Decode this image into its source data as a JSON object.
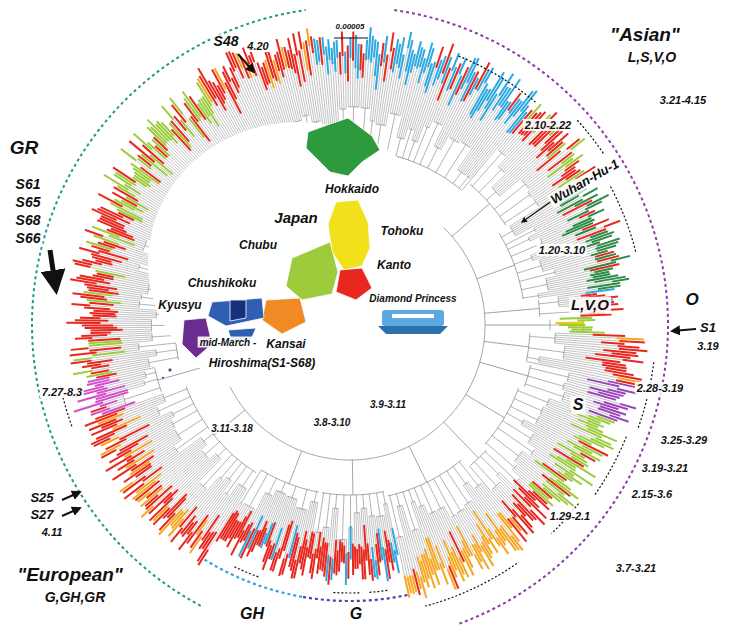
{
  "diagram": {
    "labels": [
      "\"Asian\"",
      "L,S,V,O",
      "GR",
      "S48",
      "4.20",
      "S61",
      "S65",
      "S68",
      "S66",
      "mid-March -",
      "7.27-8.3",
      "S25",
      "S27",
      "4.11",
      "\"European\"",
      "G,GH,GR",
      "GH",
      "G",
      "3.11-3.18",
      "3.8-3.10",
      "3.9-3.11",
      "0.00005",
      "Hokkaido",
      "Tohoku",
      "Japan",
      "Chubu",
      "Kanto",
      "Diamond Princess",
      "Kansai",
      "Chushikoku",
      "Kyusyu",
      "Hiroshima(S1-S68)",
      "2.10-2.22",
      "Wuhan-Hu-1",
      "3.21-4.15",
      "1.20-3.10",
      "L,V,O",
      "O",
      "S1",
      "3.19",
      "2.28-3.19",
      "S",
      "3.25-3.29",
      "3.19-3.21",
      "2.15-3.6",
      "1.29-2.1",
      "3.7-3.21"
    ]
  }
}
